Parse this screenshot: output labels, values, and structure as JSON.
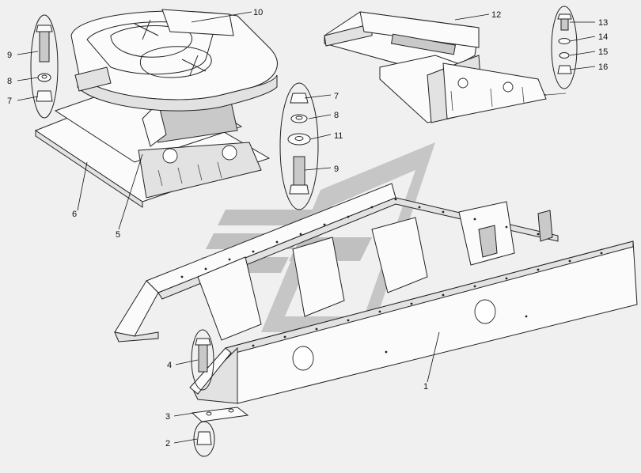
{
  "callouts": {
    "c1": "1",
    "c2": "2",
    "c3": "3",
    "c4": "4",
    "c5": "5",
    "c6": "6",
    "c7a": "7",
    "c7b": "7",
    "c8a": "8",
    "c8b": "8",
    "c9a": "9",
    "c9b": "9",
    "c10": "10",
    "c11": "11",
    "c12": "12",
    "c13": "13",
    "c14": "14",
    "c15": "15",
    "c16": "16"
  },
  "colors": {
    "background": "#f0f0f0",
    "watermark": "#9a9a9a",
    "line": "#222222"
  },
  "watermark": {
    "icon": "logo-watermark-icon"
  }
}
